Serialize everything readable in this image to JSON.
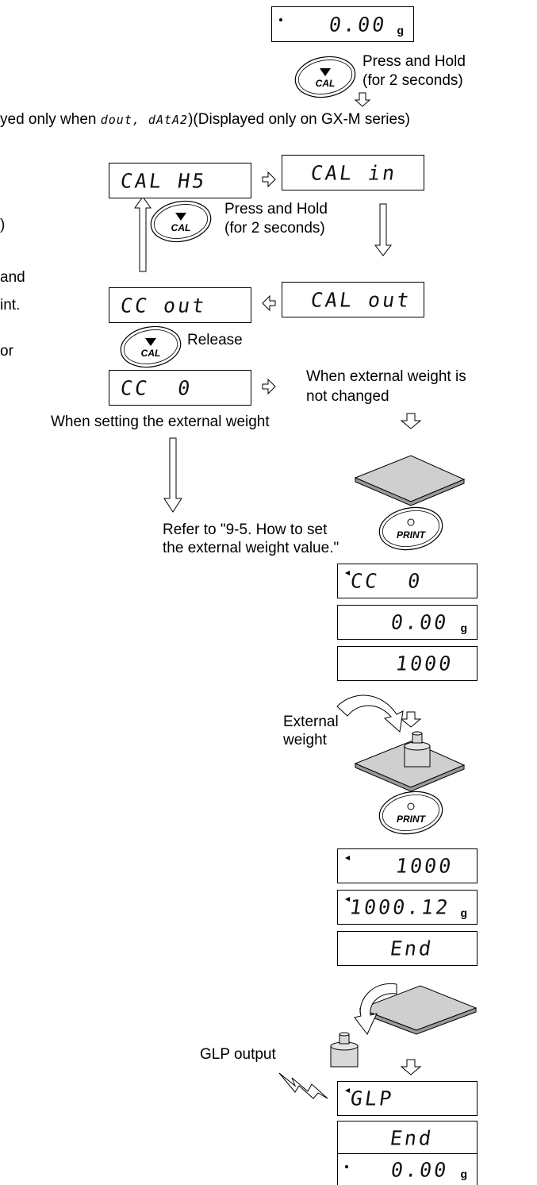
{
  "top": {
    "press_hold_line1": "Press and Hold",
    "press_hold_line2": "(for 2 seconds)"
  },
  "partial_header": {
    "prefix": "yed only when ",
    "seg_words": "dout, dAtA2",
    "suffix": ")(Displayed only on GX-M series)"
  },
  "left_edge_fragments": [
    ")",
    "and",
    "int.",
    "or"
  ],
  "menu": {
    "press_hold_line1": "Press and Hold",
    "press_hold_line2": "(for 2 seconds)",
    "release": "Release"
  },
  "branch": {
    "external_not_changed_line1": "When external weight is",
    "external_not_changed_line2": "not changed",
    "setting_external": "When setting the external weight",
    "refer_line1": "Refer to \"9-5. How to set",
    "refer_line2": "the external weight value.\""
  },
  "labels": {
    "external_line1": "External",
    "external_line2": "weight",
    "glp_output": "GLP output"
  },
  "keys": {
    "cal": "CAL",
    "print": "PRINT"
  },
  "displays": {
    "top_zero": "0.00",
    "cal_his": "CAL H5",
    "cal_in": "CAL in",
    "cc_out": "CC out",
    "cal_out": "CAL out",
    "cc_0": "CC  0",
    "cc_0_right": "CC  0",
    "zero_2": "0.00",
    "n1000": "1000",
    "n1000_b": "1000",
    "n1000_12": "1000.12",
    "end_1": "End",
    "glp": "GLP",
    "end_2": "End",
    "bottom_zero": "0.00",
    "unit": "g"
  }
}
